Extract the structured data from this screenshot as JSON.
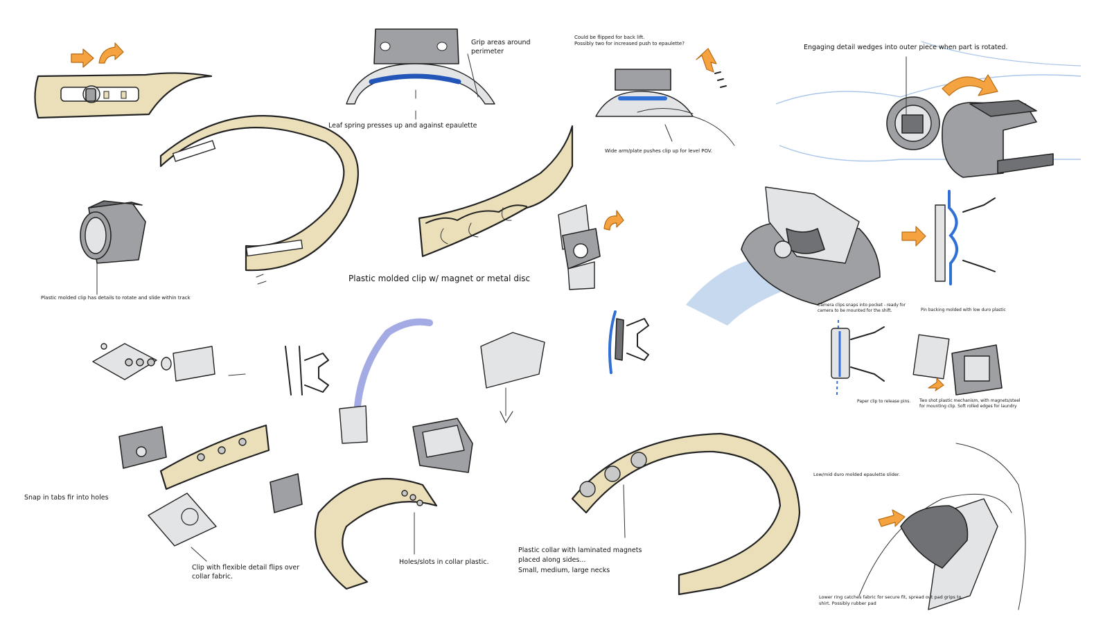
{
  "annotations": {
    "grip_areas": [
      "Grip areas around",
      "perimeter"
    ],
    "leaf_spring": "Leaf spring presses up and against epaulette",
    "flipped": [
      "Could be flipped for back lift.",
      "Possibly two for increased push to epaulette?"
    ],
    "wide_arm": "Wide arm/plate pushes clip up for level POV.",
    "engaging_detail": "Engaging detail wedges into outer piece when part is rotated.",
    "plastic_molded_rotate": "Plastic molded clip has details to rotate and slide within track",
    "plastic_molded_magnet": "Plastic molded clip w/ magnet or metal disc",
    "camera_clip": [
      "Camera clips snaps into pocket - ready for",
      "camera to be mounted for the shift."
    ],
    "pin_backing": "Pin backing molded with low duro plastic",
    "paper_clip": "Paper clip to release pins.",
    "two_shot": [
      "Two shot plastic mechanism, with magnets/steel",
      "for mounting clip.  Soft rolled edges for laundry"
    ],
    "snap_tabs": "Snap in tabs fir into holes",
    "flexible_clip": [
      "Clip with flexible detail flips over",
      "collar fabric."
    ],
    "holes_slots": "Holes/slots in collar plastic.",
    "collar_magnets": [
      "Plastic collar with laminated magnets",
      "placed along sides...",
      "Small, medium, large necks"
    ],
    "low_mid_duro": "Low/mid duro molded epaulette slider.",
    "lower_ring": [
      "Lower ring catches fabric for secure fit, spread out pad grips to",
      "shirt. Possibly rubber pad"
    ]
  },
  "icons": [
    "orange-arrow-icon",
    "curved-arrow-icon",
    "down-arrow-icon"
  ],
  "colors": {
    "collar_tan": "#eadfb8",
    "plastic_grey": "#9ea0a3",
    "accent_blue": "#2f6fd6",
    "accent_orange": "#f4a340",
    "sketch_line": "#222222"
  }
}
